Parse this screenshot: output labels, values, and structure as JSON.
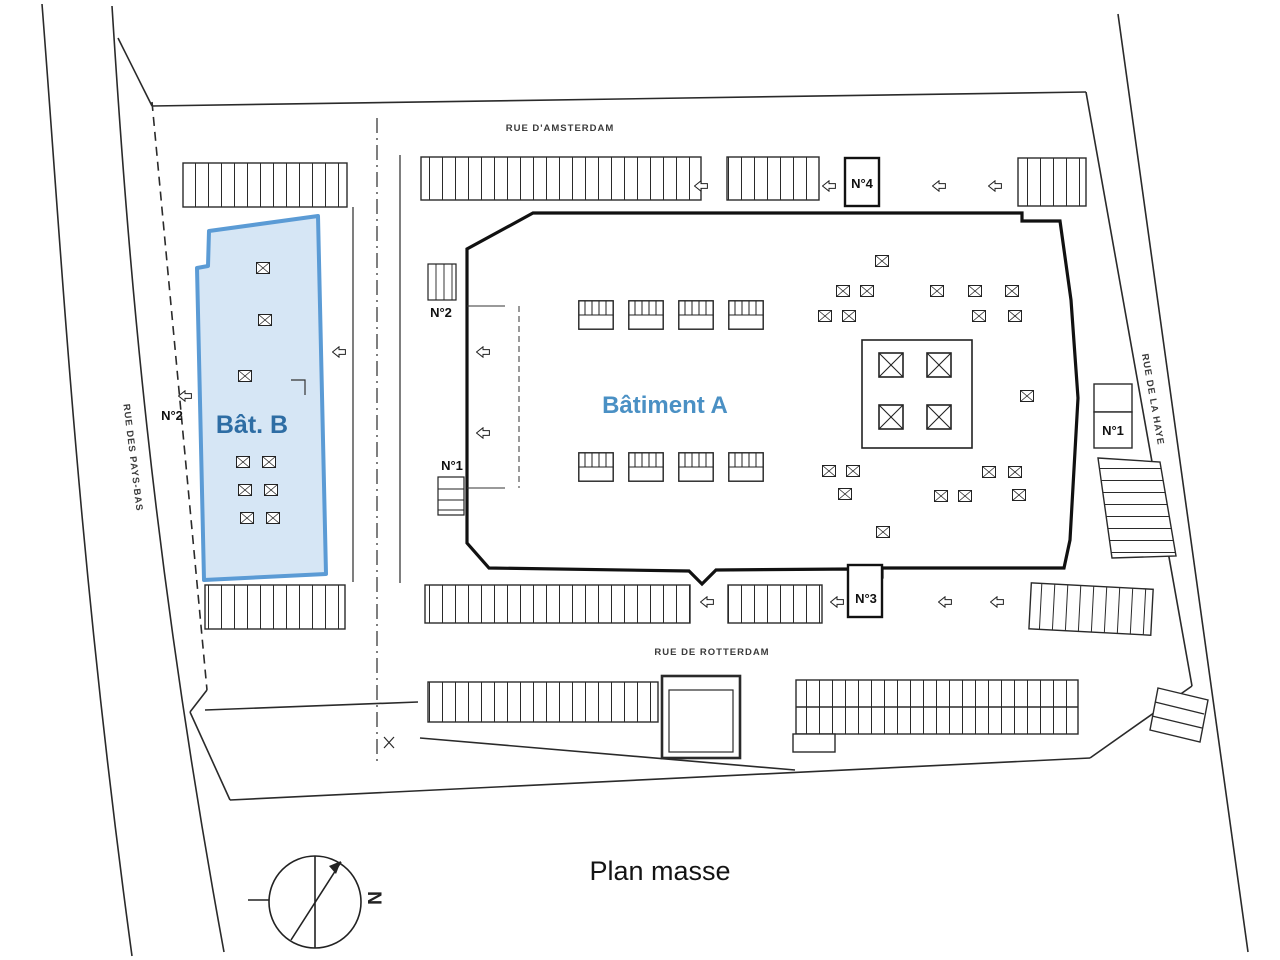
{
  "title": "Plan masse",
  "streets": {
    "top": "RUE D'AMSTERDAM",
    "bottom": "RUE DE ROTTERDAM",
    "right": "RUE DE LA HAYE",
    "left": "RUE DES PAYS-BAS"
  },
  "buildings": {
    "batiment_a": {
      "label": "Bâtiment A",
      "label_color": "#4a90c4"
    },
    "bat_b": {
      "label": "Bât. B",
      "label_color": "#2e6da4",
      "highlight_fill": "#cfe2f3",
      "highlight_stroke": "#5b9bd5"
    }
  },
  "entrances": {
    "n4_top": "N°4",
    "n3_bottom": "N°3",
    "n1_right": "N°1",
    "n1_center": "N°1",
    "n2_center": "N°2",
    "n2_left": "N°2"
  },
  "compass": {
    "north_label": "N"
  },
  "ink_color": "#1f1f1f",
  "background": "#ffffff"
}
